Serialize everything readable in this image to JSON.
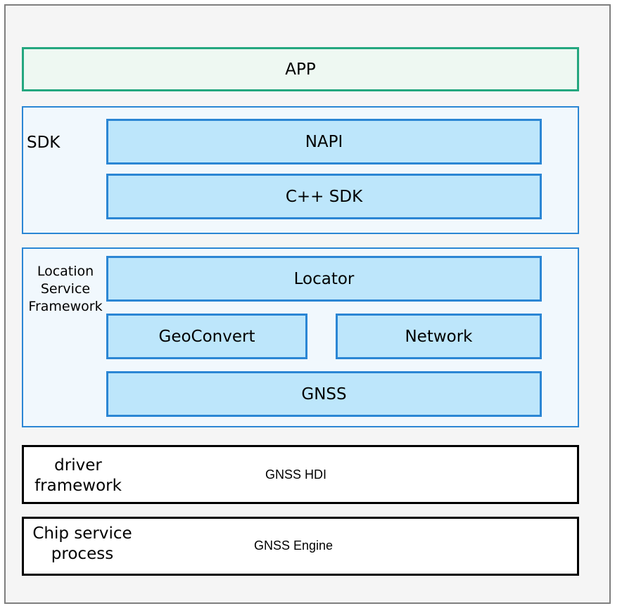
{
  "layers": {
    "app": {
      "label": "APP"
    },
    "sdk": {
      "label": "SDK",
      "modules": {
        "napi": "NAPI",
        "cpp_sdk": "C++ SDK"
      }
    },
    "location_service_framework": {
      "label_line1": "Location",
      "label_line2": "Service",
      "label_line3": "Framework",
      "modules": {
        "locator": "Locator",
        "geoconvert": "GeoConvert",
        "network": "Network",
        "gnss": "GNSS"
      }
    },
    "driver_framework": {
      "label_line1": "driver",
      "label_line2": "framework",
      "component": "GNSS HDI"
    },
    "chip_service_process": {
      "label_line1": "Chip service",
      "label_line2": "process",
      "component": "GNSS Engine"
    }
  },
  "colors": {
    "frame_border": "#7f7f7f",
    "frame_fill": "#f5f5f5",
    "app_border": "#24a77f",
    "app_fill": "#eef8f2",
    "layer_border": "#2b86d4",
    "layer_fill": "#f1f8fd",
    "module_fill": "#bde6fb",
    "plain_border": "#000000"
  }
}
